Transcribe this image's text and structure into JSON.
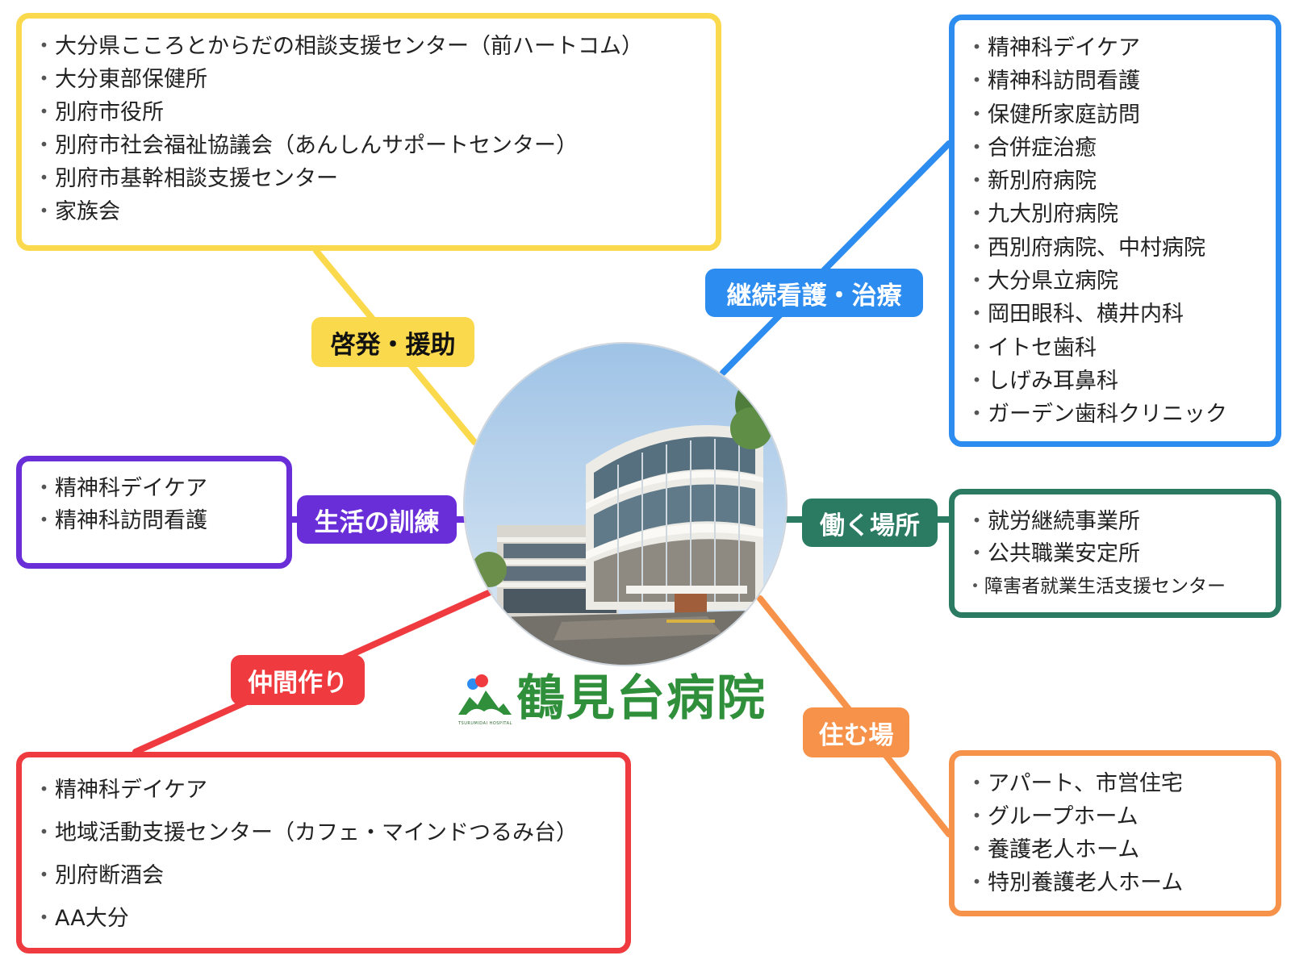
{
  "colors": {
    "yellow": "#FAD94D",
    "blue": "#2D8CF0",
    "purple": "#6A2ED9",
    "green": "#2A7B62",
    "red": "#EF3A3F",
    "orange": "#F7924A"
  },
  "hospital": {
    "name": "鶴見台病院",
    "subtitle": "TSURUMIDAI HOSPITAL"
  },
  "categories": {
    "yellow": {
      "label": "啓発・援助",
      "items": [
        "大分県こころとからだの相談支援センター（前ハートコム）",
        "大分東部保健所",
        "別府市役所",
        "別府市社会福祉協議会（あんしんサポートセンター）",
        "別府市基幹相談支援センター",
        "家族会"
      ]
    },
    "blue": {
      "label": "継続看護・治療",
      "items": [
        "精神科デイケア",
        "精神科訪問看護",
        "保健所家庭訪問",
        "合併症治癒",
        "新別府病院",
        "九大別府病院",
        "西別府病院、中村病院",
        "大分県立病院",
        "岡田眼科、横井内科",
        "イトセ歯科",
        "しげみ耳鼻科",
        "ガーデン歯科クリニック"
      ]
    },
    "purple": {
      "label": "生活の訓練",
      "items": [
        "精神科デイケア",
        "精神科訪問看護"
      ]
    },
    "green": {
      "label": "働く場所",
      "items": [
        "就労継続事業所",
        "公共職業安定所",
        "障害者就業生活支援センター"
      ]
    },
    "red": {
      "label": "仲間作り",
      "items": [
        "精神科デイケア",
        "地域活動支援センター（カフェ・マインドつるみ台）",
        "別府断酒会",
        "AA大分"
      ]
    },
    "orange": {
      "label": "住む場",
      "items": [
        "アパート、市営住宅",
        "グループホーム",
        "養護老人ホーム",
        "特別養護老人ホーム"
      ]
    }
  }
}
